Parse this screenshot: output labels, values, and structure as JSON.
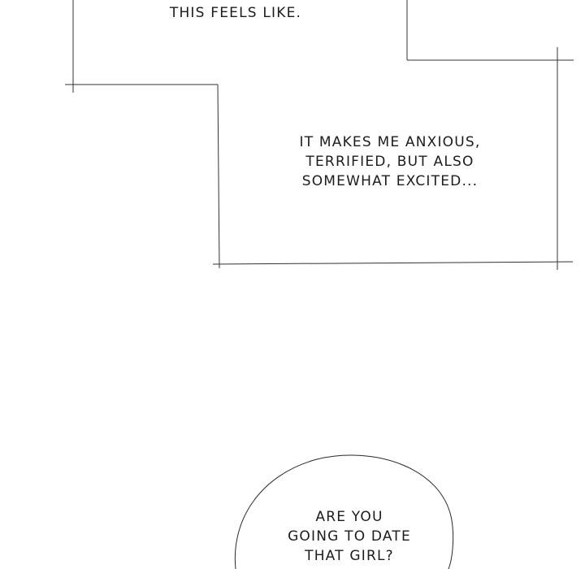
{
  "captions": {
    "top": [
      "THIS FEELS LIKE."
    ],
    "middle": [
      "IT MAKES ME ANXIOUS,",
      "TERRIFIED, BUT ALSO",
      "SOMEWHAT EXCITED..."
    ],
    "bubble": [
      "ARE YOU",
      "GOING TO DATE",
      "THAT GIRL?"
    ]
  },
  "colors": {
    "background": "#ffffff",
    "ink": "#1c1c1c"
  }
}
